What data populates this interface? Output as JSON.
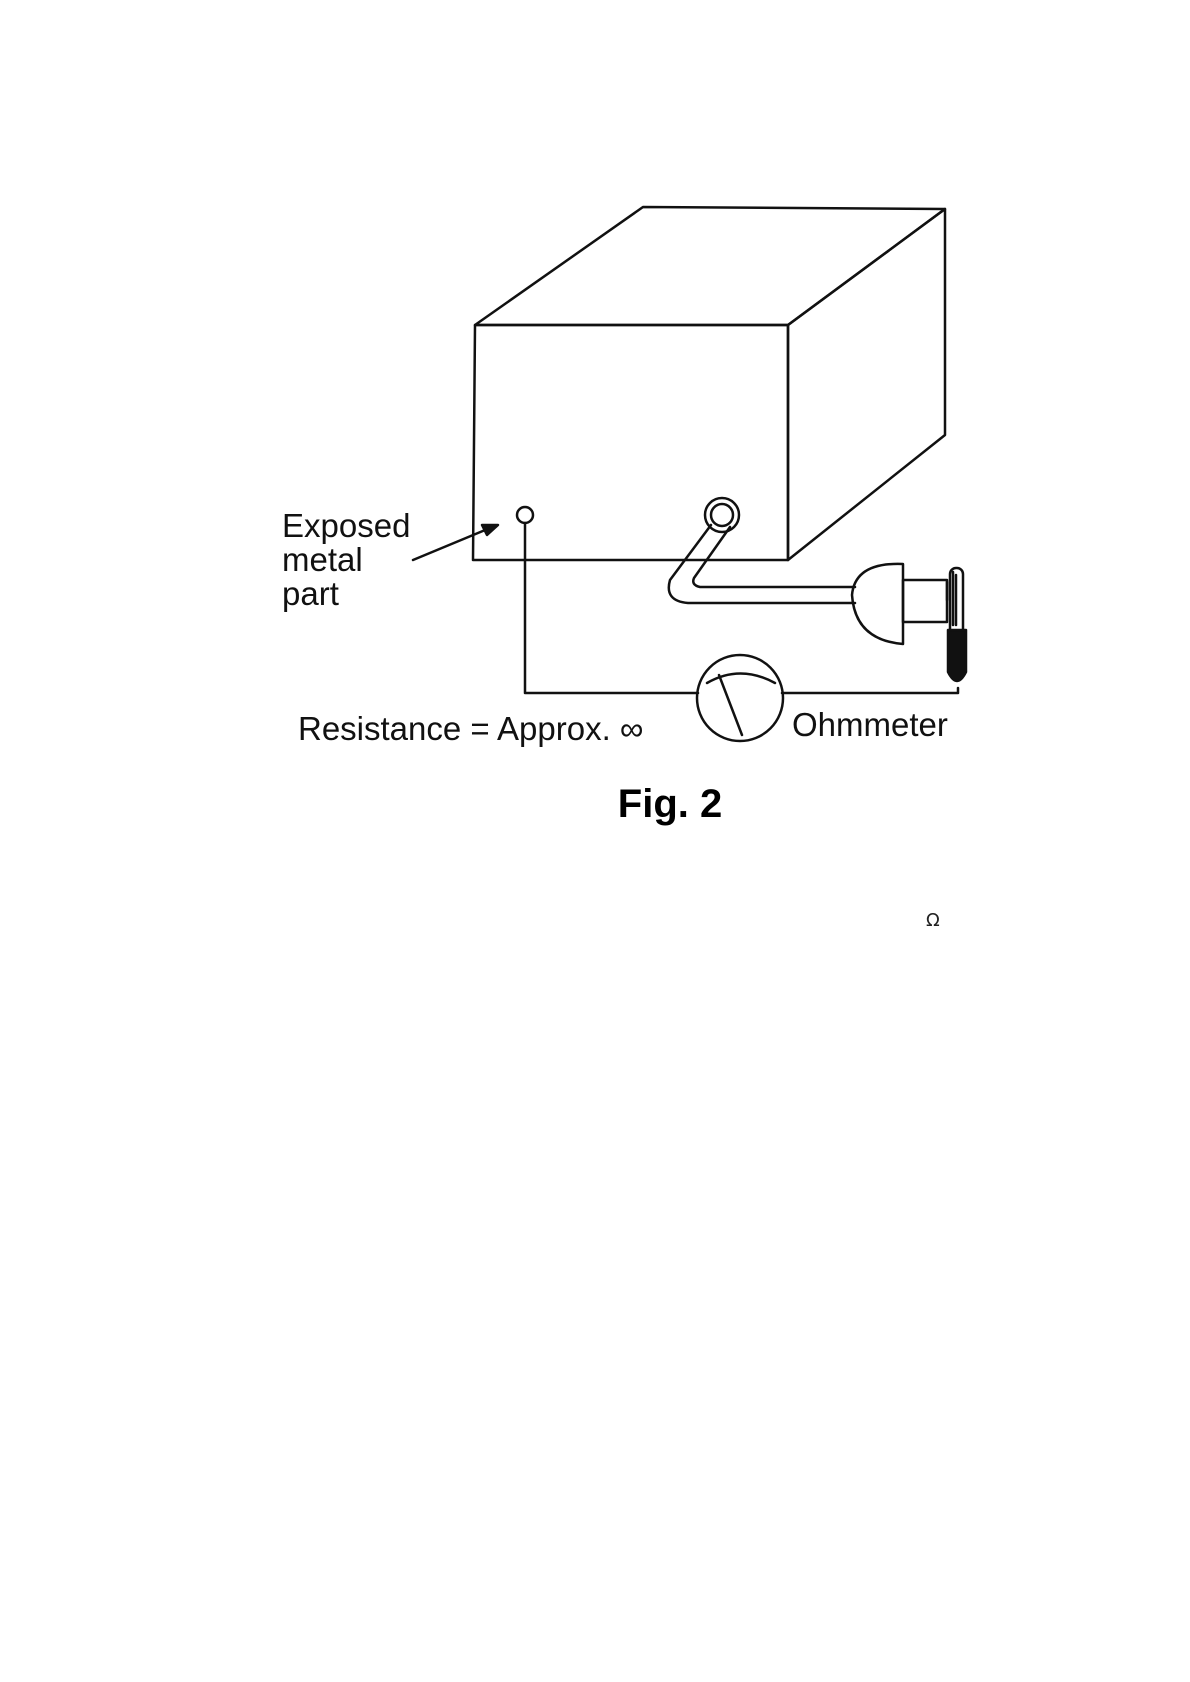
{
  "labels": {
    "callout_lines": [
      "Exposed",
      "metal",
      "part"
    ],
    "resistance": "Resistance = Approx. ∞",
    "meter": "Ohmmeter",
    "figure_caption": "Fig. 2",
    "stray_symbol": "Ω"
  },
  "colors": {
    "line": "#111111",
    "plug_tip": "#111111",
    "background": "#ffffff"
  }
}
